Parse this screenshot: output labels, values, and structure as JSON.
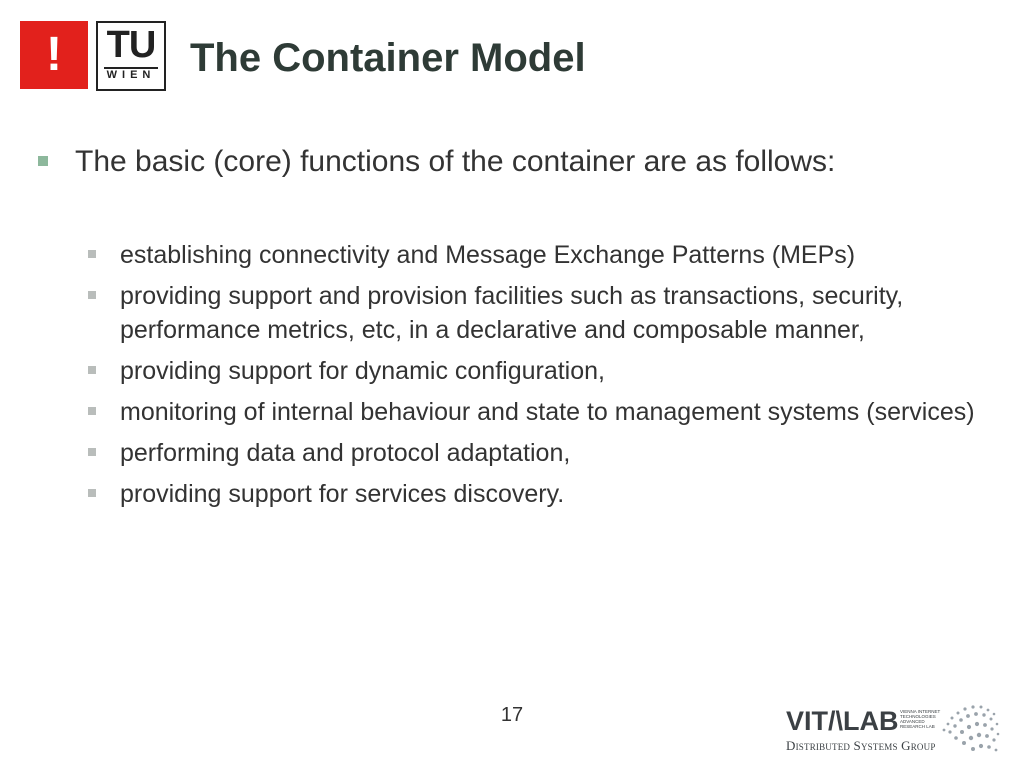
{
  "logos": {
    "exclaim": "!",
    "tu": "TU",
    "wien": "WIEN"
  },
  "title": "The Container Model",
  "main_bullet": "The basic (core) functions of the container are as follows:",
  "sub_bullets": [
    "establishing connectivity and Message Exchange Patterns (MEPs)",
    "providing support and provision facilities such as transactions, security, performance metrics, etc, in a declarative and composable manner,",
    "providing support for dynamic configuration,",
    "monitoring of internal behaviour and state to management systems (services)",
    "performing data and protocol adaptation,",
    "providing support for services discovery."
  ],
  "page_number": "17",
  "footer_logo": {
    "wordmark": "VIT/\\LAB",
    "small_lines": [
      "VIENNA INTERNET",
      "TECHNOLOGIES",
      "ADVANCED",
      "RESEARCH LAB"
    ],
    "group": "Distributed Systems Group"
  },
  "colors": {
    "title": "#2e3b36",
    "l1_marker": "#8db89c",
    "l2_marker": "#b9bdbb",
    "tu_red": "#e2211c"
  }
}
